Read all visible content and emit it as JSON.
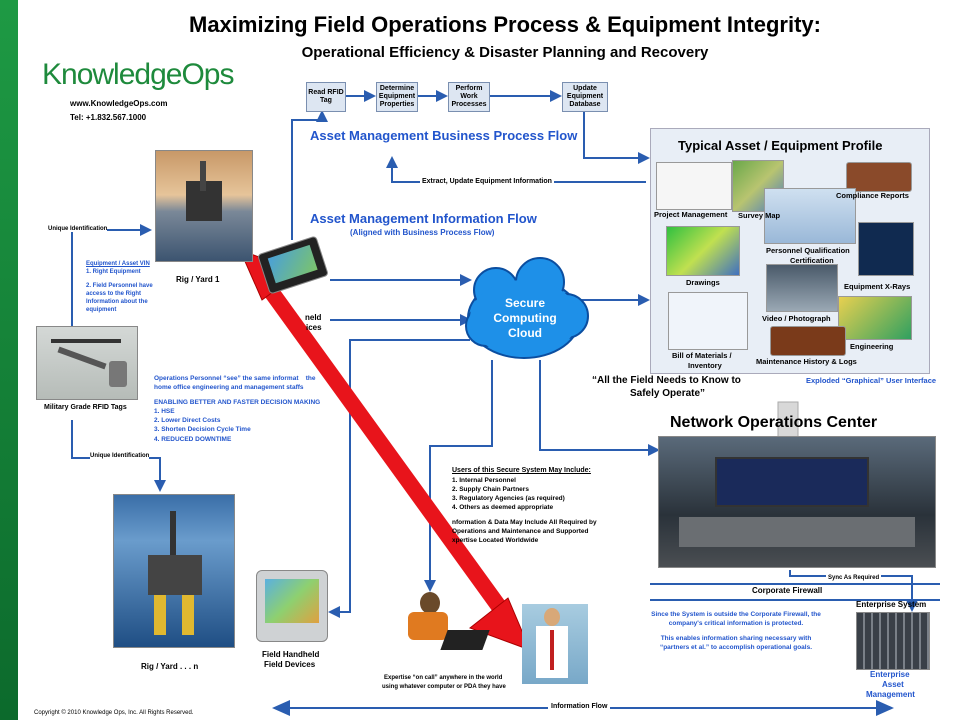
{
  "title": "Maximizing Field Operations Process & Equipment Integrity:",
  "subtitle": "Operational Efficiency & Disaster Planning and Recovery",
  "company": {
    "logo": "KnowledgeOps",
    "website": "www.KnowledgeOps.com",
    "tel": "Tel: +1.832.567.1000"
  },
  "process_steps": [
    "Read RFID Tag",
    "Determine Equipment Properties",
    "Perform Work Processes",
    "Update Equipment Database"
  ],
  "labels": {
    "asset_business_flow": "Asset Management Business Process Flow",
    "asset_info_flow": "Asset Management Information Flow",
    "asset_info_flow_sub": "(Aligned with Business Process Flow)",
    "extract_update": "Extract, Update Equipment Information",
    "unique_id_1": "Unique Identification",
    "unique_id_2": "Unique Identification",
    "rig_yard_1": "Rig / Yard 1",
    "rig_yard_n": "Rig / Yard . . . n",
    "handheld_top": "neld",
    "handheld_top2": "ices",
    "rfid_tags": "Military Grade RFID Tags",
    "field_devices": "Field Handheld",
    "field_devices2": "Field Devices",
    "cloud": "Secure Computing Cloud",
    "field_needs": "“All the Field Needs to Know  to",
    "field_needs2": "Safely Operate”",
    "exploded": "Exploded “Graphical” User Interface",
    "noc": "Network Operations Center",
    "corporate_firewall": "Corporate Firewall",
    "sync": "Sync As Required",
    "enterprise_system": "Enterprise System",
    "enterprise_asset": "Enterprise",
    "enterprise_asset2": "Asset",
    "enterprise_asset3": "Management",
    "info_flow": "Information Flow",
    "copyright": "Copyright © 2010 Knowledge Ops, Inc.  All Rights Reserved.",
    "expertise": "Expertise “on call” anywhere in the world",
    "expertise2": "using whatever computer or PDA they have"
  },
  "equipment_vin": {
    "heading": "Equipment / Asset VIN",
    "line1": "1. Right Equipment",
    "line2": "2. Field Personnel have",
    "line3": "access to the Right",
    "line4": "Information about the",
    "line5": "equipment"
  },
  "operations": {
    "line1": "Operations Personnel “see” the same informat",
    "line1b": "the",
    "line2": "home office engineering and management staffs",
    "heading": "ENABLING BETTER AND FASTER DECISION MAKING",
    "items": [
      "1.  HSE",
      "2.  Lower Direct Costs",
      "3.  Shorten Decision Cycle Time",
      "4.  REDUCED DOWNTIME"
    ]
  },
  "users": {
    "heading": "Users of this Secure System May Include:",
    "items": [
      "1. Internal Personnel",
      "2. Supply Chain Partners",
      "3. Regulatory Agencies (as required)",
      "4. Others as deemed appropriate"
    ],
    "info1": "nformation & Data May Include All Required by",
    "info2": "Operations and Maintenance and Supported",
    "info3": "xpertise Located Worldwide"
  },
  "firewall_text": {
    "line1": "Since the System is outside the Corporate Firewall, the",
    "line2": "company's critical information is protected.",
    "line3": "This enables information sharing necessary with",
    "line4": "“partners et al.” to accomplish operational goals."
  },
  "profile": {
    "title": "Typical Asset / Equipment Profile",
    "items": {
      "project": "Project Management",
      "survey": "Survey Map",
      "compliance": "Compliance Reports",
      "qualification": "Personnel Qualification",
      "qualification2": "Certification",
      "drawings": "Drawings",
      "xrays": "Equipment X-Rays",
      "video": "Video / Photograph",
      "engineering": "Engineering",
      "bom": "Bill of Materials /",
      "bom2": "Inventory",
      "maintenance": "Maintenance History & Logs"
    }
  },
  "colors": {
    "green_bar": "#1a8a3a",
    "flow_blue": "#2a5db0",
    "heading_blue": "#2255cc",
    "arrow_red": "#e8141b",
    "cloud_blue": "#1e90e8"
  }
}
